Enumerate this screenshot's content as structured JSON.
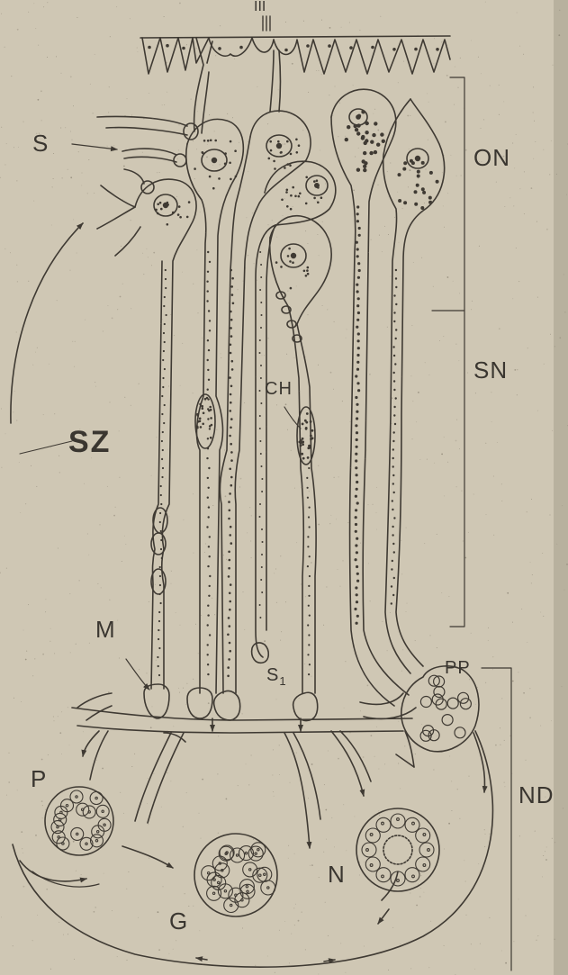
{
  "labels": {
    "roman_numeral": "III",
    "S": "S",
    "ON": "ON",
    "SN": "SN",
    "SZ": "SZ",
    "CH": "CH",
    "M": "M",
    "S1": "S",
    "S1_sub": "1",
    "PP": "PP",
    "P": "P",
    "ND": "ND",
    "N": "N",
    "G": "G"
  },
  "colors": {
    "paper": "#cfc7b4",
    "ink": "#3f3a33",
    "inner_ink": "#7a7264"
  }
}
